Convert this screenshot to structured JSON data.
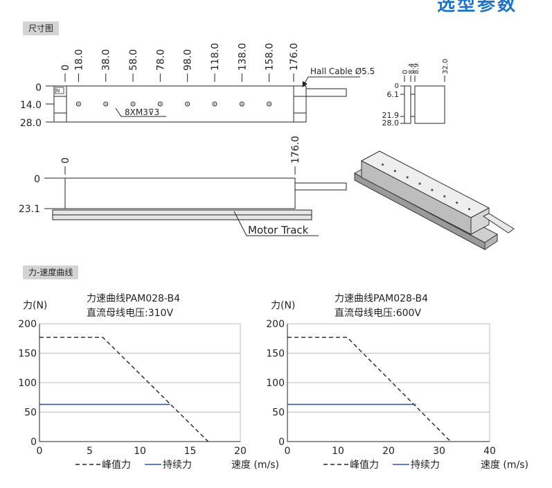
{
  "header": {
    "title": "选型参数"
  },
  "sections": {
    "dimension": "尺寸图",
    "curve": "力-速度曲线"
  },
  "top_view": {
    "x_labels": [
      "0",
      "18.0",
      "38.0",
      "58.0",
      "78.0",
      "98.0",
      "118.0",
      "138.0",
      "158.0",
      "176.0"
    ],
    "y_labels": [
      "0",
      "14.0",
      "28.0"
    ],
    "marker": "N",
    "cable_note": "Hall Cable Ø5.5",
    "hole_note": "8XM3⊽3"
  },
  "side_view": {
    "x_labels": [
      "0",
      "176.0"
    ],
    "y_labels": [
      "0",
      "23.1"
    ],
    "track_note": "Motor Track"
  },
  "end_view": {
    "x_labels": [
      "0",
      "8.4",
      "8.9",
      "32.0"
    ],
    "y_labels": [
      "0",
      "6.1",
      "21.9",
      "28.0"
    ]
  },
  "legend": {
    "peak": "峰值力",
    "continuous": "持续力"
  },
  "colors": {
    "continuous": "#2f56a6",
    "peak": "#222222",
    "grid": "#bbbbbb"
  },
  "chart_data": [
    {
      "type": "line",
      "title": "力速曲线PAM028-B4",
      "subtitle": "直流母线电压:310V",
      "ylabel": "力(N)",
      "xlabel": "速度 (m/s)",
      "xlim": [
        0,
        20
      ],
      "ylim": [
        0,
        200
      ],
      "xticks": [
        0,
        5,
        10,
        15,
        20
      ],
      "yticks": [
        0,
        50,
        100,
        150,
        200
      ],
      "grid": true,
      "legend": "bottom",
      "series": [
        {
          "name": "峰值力",
          "style": "dashed",
          "x": [
            0,
            6.3,
            16.8
          ],
          "y": [
            177,
            177,
            0
          ]
        },
        {
          "name": "持续力",
          "style": "solid",
          "x": [
            0,
            13
          ],
          "y": [
            63,
            63
          ]
        }
      ]
    },
    {
      "type": "line",
      "title": "力速曲线PAM028-B4",
      "subtitle": "直流母线电压:600V",
      "ylabel": "力(N)",
      "xlabel": "速度 (m/s)",
      "xlim": [
        0,
        40
      ],
      "ylim": [
        0,
        200
      ],
      "xticks": [
        0,
        10,
        20,
        30,
        40
      ],
      "yticks": [
        0,
        50,
        100,
        150,
        200
      ],
      "grid": true,
      "legend": "bottom",
      "series": [
        {
          "name": "峰值力",
          "style": "dashed",
          "x": [
            0,
            11.8,
            32.3
          ],
          "y": [
            177,
            177,
            0
          ]
        },
        {
          "name": "持续力",
          "style": "solid",
          "x": [
            0,
            25.4
          ],
          "y": [
            63,
            63
          ]
        }
      ]
    }
  ]
}
